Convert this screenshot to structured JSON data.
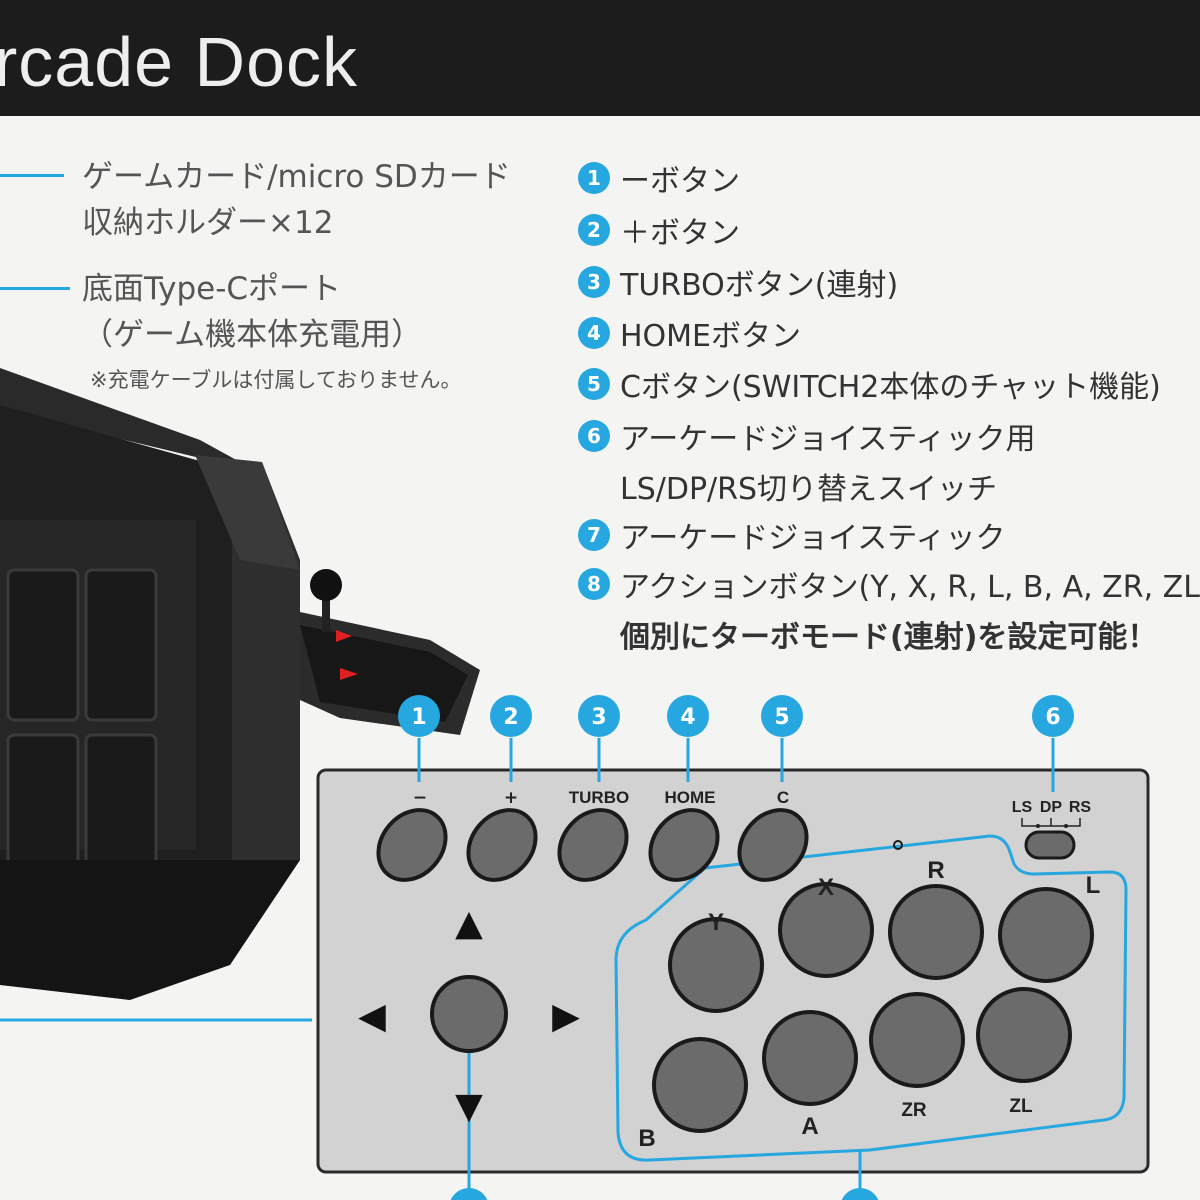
{
  "header": {
    "title": "rcade Dock"
  },
  "left_callouts": {
    "card_holder_line1": "ゲームカード/micro SDカード",
    "card_holder_line2": "収納ホルダー×12",
    "typec_line1": "底面Type-Cポート",
    "typec_line2": "（ゲーム機本体充電用）",
    "typec_note": "※充電ケーブルは付属しておりません。"
  },
  "legend": {
    "items": [
      {
        "num": "1",
        "text": "ーボタン"
      },
      {
        "num": "2",
        "text": "＋ボタン"
      },
      {
        "num": "3",
        "text": "TURBOボタン(連射)"
      },
      {
        "num": "4",
        "text": "HOMEボタン"
      },
      {
        "num": "5",
        "text": "Cボタン(SWITCH2本体のチャット機能)"
      },
      {
        "num": "6",
        "text": "アーケードジョイスティック用"
      },
      {
        "num": "",
        "text": "LS/DP/RS切り替えスイッチ"
      },
      {
        "num": "7",
        "text": "アーケードジョイスティック"
      },
      {
        "num": "8",
        "text": "アクションボタン(Y, X, R, L, B, A, ZR, ZL)"
      },
      {
        "num": "",
        "text": "個別にターボモード(連射)を設定可能！"
      }
    ]
  },
  "diagram": {
    "markers": [
      "1",
      "2",
      "3",
      "4",
      "5",
      "6"
    ],
    "small_buttons": [
      "−",
      "+",
      "TURBO",
      "HOME",
      "C"
    ],
    "switch_labels": {
      "ls": "LS",
      "dp": "DP",
      "rs": "RS"
    },
    "action_buttons": [
      "Y",
      "X",
      "R",
      "L",
      "B",
      "A",
      "ZR",
      "ZL"
    ],
    "dpad": {
      "up": "▲",
      "down": "▼",
      "left": "◀",
      "right": "▶"
    }
  },
  "colors": {
    "accent": "#27a7e0",
    "panel": "#cfcfcf",
    "button": "#6b6b6b",
    "header": "#1c1c1c"
  }
}
